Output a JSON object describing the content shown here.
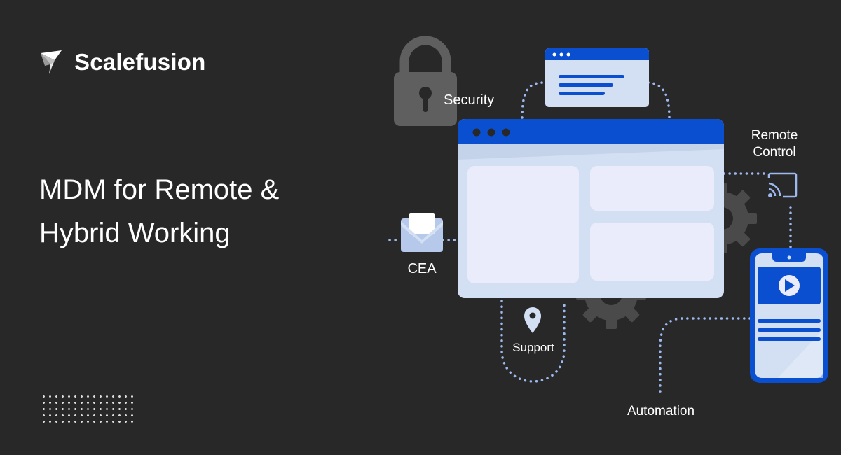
{
  "brand": {
    "name": "Scalefusion",
    "logo_icon": "scalefusion-bird-logo-icon"
  },
  "headline": {
    "line1": "MDM for Remote &",
    "line2": "Hybrid Working"
  },
  "illustration": {
    "labels": {
      "security": "Security",
      "remote_control_line1": "Remote",
      "remote_control_line2": "Control",
      "cea": "CEA",
      "support": "Support",
      "automation": "Automation"
    },
    "icons": [
      "padlock-icon",
      "envelope-icon",
      "location-pin-icon",
      "cast-icon",
      "gear-icon",
      "play-icon",
      "browser-window-icon",
      "smartphone-icon"
    ],
    "colors": {
      "background": "#282828",
      "accent_blue": "#0b4fd1",
      "light_panel": "#d3e0f3",
      "card": "#ebecfb",
      "dotted_line": "#9db9f0",
      "gear": "#4a4a4a",
      "lock": "#5f5f5f"
    }
  }
}
